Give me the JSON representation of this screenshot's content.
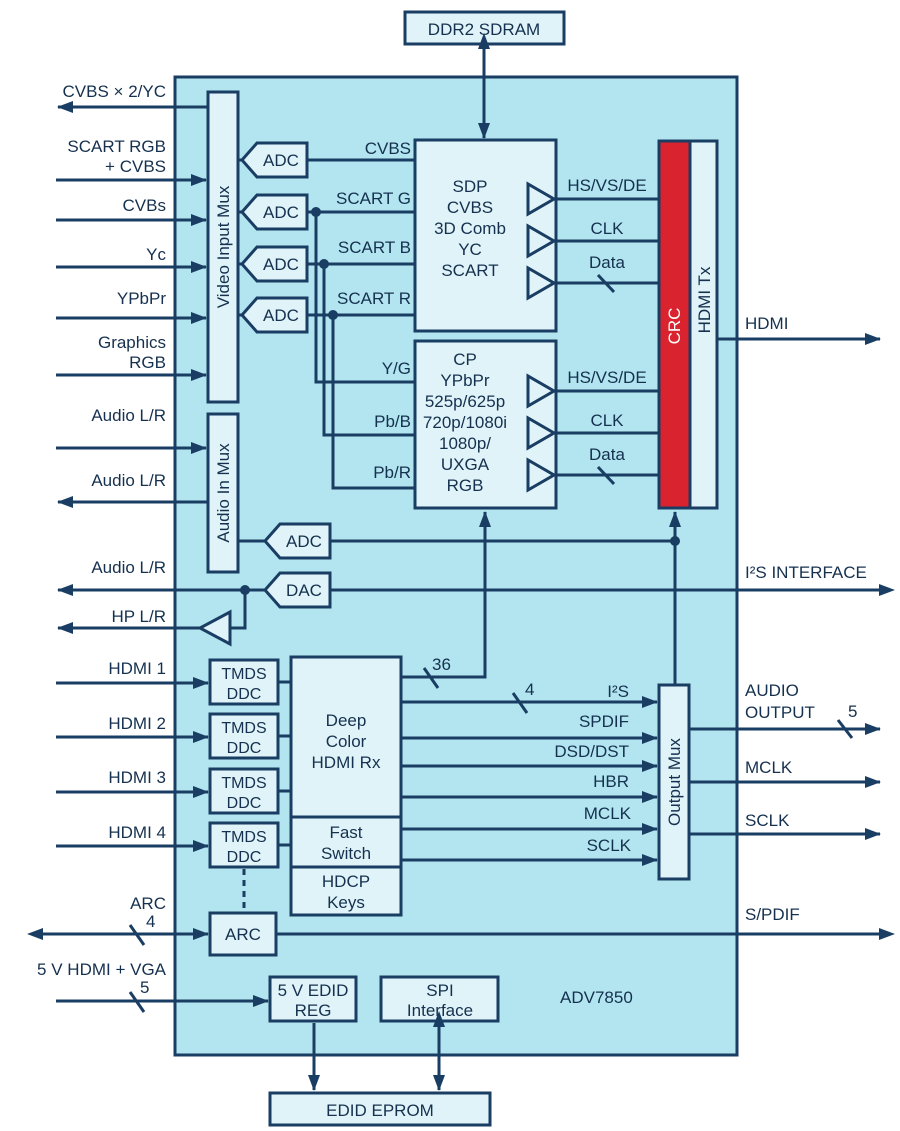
{
  "colors": {
    "chip_fill": "#b2e5ef",
    "block_fill": "#dff3f8",
    "line": "#1a3d63",
    "crc_fill": "#d9242f",
    "text": "#15314f"
  },
  "chip_name": "ADV7850",
  "external": {
    "ddr2": "DDR2 SDRAM",
    "edid_eprom": "EDID EPROM"
  },
  "left_io": {
    "cvbs_out": "CVBS × 2/YC",
    "scart_rgb_1": "SCART RGB",
    "scart_rgb_2": "+ CVBS",
    "cvbs_in": "CVBs",
    "yc": "Yc",
    "ypbpr": "YPbPr",
    "graphics_1": "Graphics",
    "graphics_2": "RGB",
    "audio_in": "Audio L/R",
    "audio_out1": "Audio L/R",
    "audio_out2": "Audio L/R",
    "hp": "HP L/R",
    "hdmi1": "HDMI 1",
    "hdmi2": "HDMI 2",
    "hdmi3": "HDMI 3",
    "hdmi4": "HDMI 4",
    "arc": "ARC",
    "arc_bus": "4",
    "v5": "5 V HDMI + VGA",
    "v5_bus": "5"
  },
  "right_io": {
    "hdmi_out": "HDMI",
    "i2s_interface": "I²S INTERFACE",
    "audio_output_1": "AUDIO",
    "audio_output_2": "OUTPUT",
    "audio_output_bus": "5",
    "mclk": "MCLK",
    "sclk": "SCLK",
    "spdif": "S/PDIF"
  },
  "blocks": {
    "video_mux": "Video Input Mux",
    "audio_mux": "Audio In Mux",
    "adc": "ADC",
    "dac": "DAC",
    "sdp": [
      "SDP",
      "CVBS",
      "3D Comb",
      "YC",
      "SCART"
    ],
    "cp": [
      "CP",
      "YPbPr",
      "525p/625p",
      "720p/1080i",
      "1080p/",
      "UXGA",
      "RGB"
    ],
    "crc": "CRC",
    "hdmi_tx": "HDMI Tx",
    "tmds": [
      "TMDS",
      "DDC"
    ],
    "hdmi_rx": [
      "Deep",
      "Color",
      "HDMI Rx"
    ],
    "fast_switch": [
      "Fast",
      "Switch"
    ],
    "hdcp": [
      "HDCP",
      "Keys"
    ],
    "arc": "ARC",
    "edid_reg": [
      "5 V EDID",
      "REG"
    ],
    "spi": [
      "SPI",
      "Interface"
    ],
    "output_mux": "Output Mux"
  },
  "signals": {
    "cvbs": "CVBS",
    "scart_g": "SCART G",
    "scart_b": "SCART B",
    "scart_r": "SCART R",
    "yg": "Y/G",
    "pbb": "Pb/B",
    "pbr": "Pb/R",
    "hsvsde": "HS/VS/DE",
    "clk": "CLK",
    "data": "Data",
    "bus36": "36",
    "bus4": "4",
    "i2s": "I²S",
    "spdif": "SPDIF",
    "dsd": "DSD/DST",
    "hbr": "HBR",
    "mclk": "MCLK",
    "sclk": "SCLK"
  }
}
